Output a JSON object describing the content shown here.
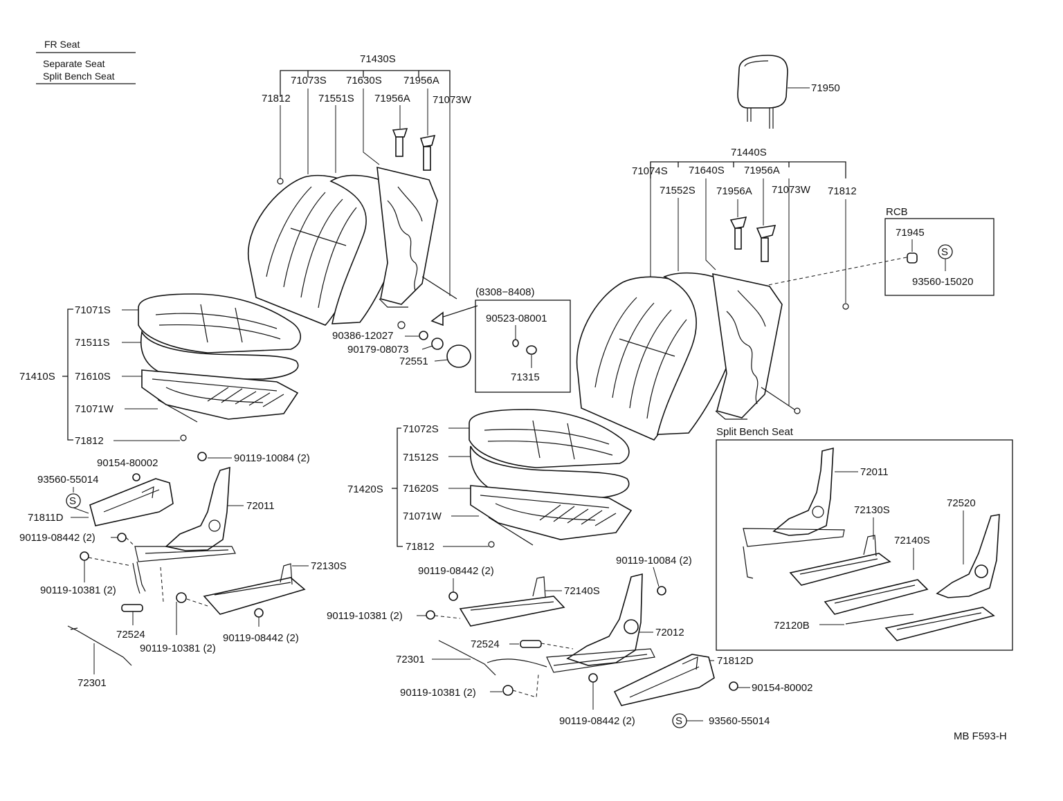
{
  "header": {
    "title": "FR Seat",
    "subtitle_1": "Separate Seat",
    "subtitle_2": "Split Bench Seat"
  },
  "sections": {
    "rcb": "RCB",
    "date_range": "(8308−8408)",
    "split_bench": "Split Bench Seat"
  },
  "diagram_code": "MB F593-H",
  "part_labels": {
    "p71430S": "71430S",
    "p71812_a": "71812",
    "p71073S": "71073S",
    "p71551S": "71551S",
    "p71630S": "71630S",
    "p71956A_a1": "71956A",
    "p71956A_a2": "71956A",
    "p71073W_a": "71073W",
    "p71950": "71950",
    "p71440S": "71440S",
    "p71074S": "71074S",
    "p71552S": "71552S",
    "p71640S": "71640S",
    "p71956A_b1": "71956A",
    "p71956A_b2": "71956A",
    "p71073W_b": "71073W",
    "p71812_b": "71812",
    "p71945": "71945",
    "p93560_15020": "93560-15020",
    "p71071S": "71071S",
    "p71511S": "71511S",
    "p71410S": "71410S",
    "p71610S": "71610S",
    "p71071W_a": "71071W",
    "p71812_c": "71812",
    "p90386_12027": "90386-12027",
    "p90179_08073": "90179-08073",
    "p72551": "72551",
    "p90523_08001": "90523-08001",
    "p71315": "71315",
    "p90154_80002_a": "90154-80002",
    "p90119_10084_a": "90119-10084 (2)",
    "p93560_55014_a": "93560-55014",
    "p72011_a": "72011",
    "p71811D": "71811D",
    "p90119_08442_a": "90119-08442 (2)",
    "p90119_10381_a": "90119-10381 (2)",
    "p72130S_a": "72130S",
    "p72524_a": "72524",
    "p90119_10381_b": "90119-10381 (2)",
    "p90119_08442_b": "90119-08442 (2)",
    "p72301_a": "72301",
    "p71072S": "71072S",
    "p71512S": "71512S",
    "p71420S": "71420S",
    "p71620S": "71620S",
    "p71071W_b": "71071W",
    "p71812_d": "71812",
    "p90119_08442_c": "90119-08442 (2)",
    "p72140S_a": "72140S",
    "p90119_10381_c": "90119-10381 (2)",
    "p90119_10084_b": "90119-10084 (2)",
    "p72012": "72012",
    "p72524_b": "72524",
    "p72301_b": "72301",
    "p71812D": "71812D",
    "p90119_10381_d": "90119-10381 (2)",
    "p90154_80002_b": "90154-80002",
    "p90119_08442_d": "90119-08442 (2)",
    "p93560_55014_b": "93560-55014",
    "p72011_b": "72011",
    "p72130S_b": "72130S",
    "p72520": "72520",
    "p72140S_b": "72140S",
    "p72120B": "72120B"
  },
  "symbols": {
    "s_mark": "S"
  }
}
